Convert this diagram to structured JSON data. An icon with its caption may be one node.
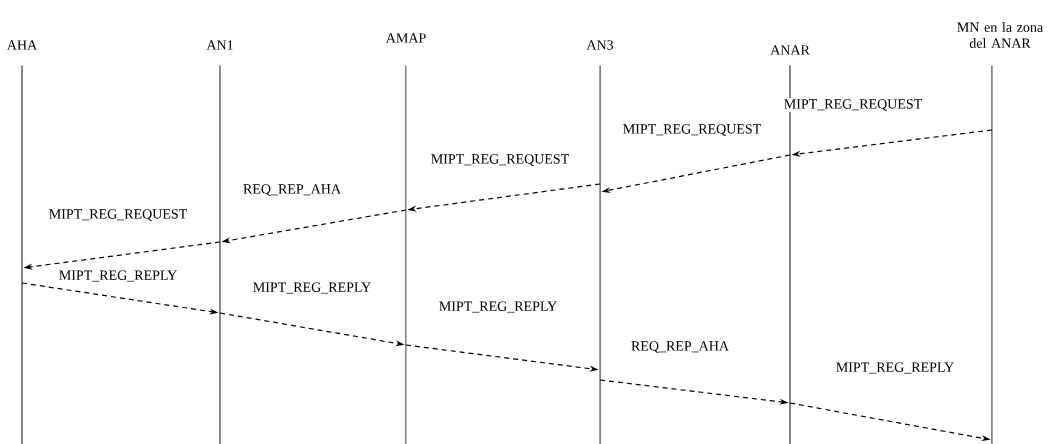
{
  "diagram": {
    "nodes": [
      {
        "text": [
          "AHA"
        ]
      },
      {
        "text": [
          "AN1"
        ]
      },
      {
        "text": [
          "AMAP"
        ]
      },
      {
        "text": [
          "AN3"
        ]
      },
      {
        "text": [
          "ANAR"
        ]
      },
      {
        "text": [
          "MN en la zona del ANAR"
        ]
      }
    ],
    "edges": [
      {
        "from": 5,
        "to": 4,
        "arrow": "to",
        "label": "MIPT_REG_REQUEST"
      },
      {
        "from": 4,
        "to": 3,
        "arrow": "to",
        "label": "MIPT_REG_REQUEST"
      },
      {
        "from": 3,
        "to": 2,
        "arrow": "to",
        "label": "MIPT_REG_REQUEST"
      },
      {
        "from": 2,
        "to": 1,
        "arrow": "to",
        "label": "REQ_REP_AHA"
      },
      {
        "from": 1,
        "to": 0,
        "arrow": "to",
        "label": "MIPT_REG_REQUEST"
      },
      {
        "from": 0,
        "to": 1,
        "arrow": "to",
        "label": "MIPT_REG_REPLY"
      },
      {
        "from": 1,
        "to": 2,
        "arrow": "to",
        "label": "MIPT_REG_REPLY"
      },
      {
        "from": 2,
        "to": 3,
        "arrow": "to",
        "label": "MIPT_REG_REPLY"
      },
      {
        "from": 3,
        "to": 4,
        "arrow": "to",
        "label": "REQ_REP_AHA"
      },
      {
        "from": 4,
        "to": 5,
        "arrow": "to",
        "label": "MIPT_REG_REPLY"
      }
    ]
  }
}
